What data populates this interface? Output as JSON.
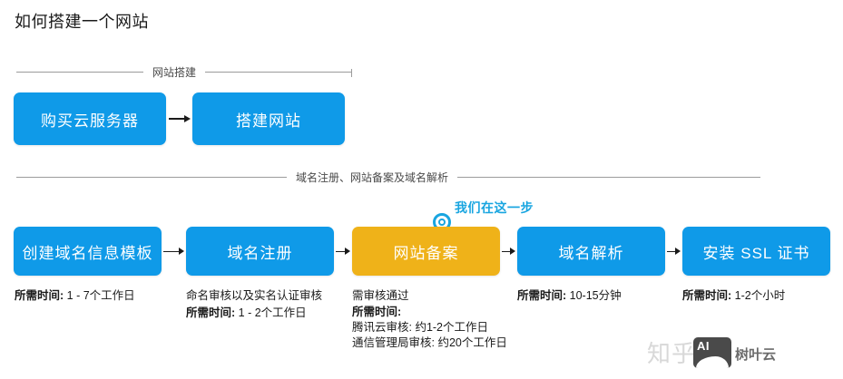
{
  "page": {
    "title": "如何搭建一个网站"
  },
  "sections": [
    {
      "label": "网站搭建"
    },
    {
      "label": "域名注册、网站备案及域名解析"
    }
  ],
  "flow_row_1": {
    "nodes": [
      {
        "label": "购买云服务器",
        "color": "#0f9ae8"
      },
      {
        "label": "搭建网站",
        "color": "#0f9ae8"
      }
    ]
  },
  "flow_row_2": {
    "nodes": [
      {
        "label": "创建域名信息模板",
        "color": "#0f9ae8"
      },
      {
        "label": "域名注册",
        "color": "#0f9ae8"
      },
      {
        "label": "网站备案",
        "color": "#efb219"
      },
      {
        "label": "域名解析",
        "color": "#0f9ae8"
      },
      {
        "label": "安装 SSL 证书",
        "color": "#0f9ae8"
      }
    ]
  },
  "annotation": {
    "text": "我们在这一步",
    "color": "#18a5e0",
    "marker": "target-ring-icon"
  },
  "captions": {
    "create_tmpl": {
      "time_label": "所需时间:",
      "time_value": "1 - 7个工作日"
    },
    "reg_domain": {
      "note": "命名审核以及实名认证审核",
      "time_label": "所需时间:",
      "time_value": "1 - 2个工作日"
    },
    "icp_filing": {
      "note": "需审核通过",
      "time_label": "所需时间:",
      "detail_1": "腾讯云审核: 约1-2个工作日",
      "detail_2": "通信管理局审核: 约20个工作日"
    },
    "dns_resolve": {
      "time_label": "所需时间:",
      "time_value": "10-15分钟"
    },
    "install_ssl": {
      "time_label": "所需时间:",
      "time_value": "1-2个小时"
    }
  },
  "watermark": {
    "source": "知乎",
    "badge": "AI",
    "brand": "树叶云"
  }
}
